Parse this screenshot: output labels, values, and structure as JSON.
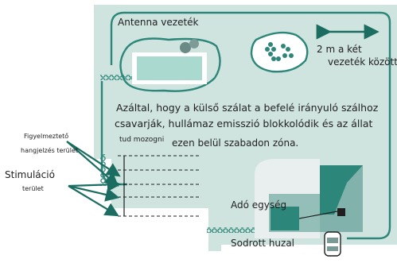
{
  "labels": {
    "antenna": "Antenna vezeték",
    "distance_line1": "2 m a két",
    "distance_line2": "vezeték között",
    "note_line1": "Azáltal, hogy a külső szálat a befelé irányuló szálhoz",
    "note_line2": "csavarják, hullámaz emisszió blokkolódik és az állat",
    "note_line3_left": "tud mozogni",
    "note_line3_right": "ezen belül szabadon zóna.",
    "warning_line1": "Figyelmeztető",
    "warning_line2": "hangjelzés terület",
    "stim_line1": "Stimuláció",
    "stim_line2": "terület",
    "transmitter": "Adó egység",
    "twisted_wire": "Sodrott huzal"
  },
  "colors": {
    "yard": "#cfe3df",
    "wire": "#2c8679",
    "pool": "#a9d9cf",
    "pool_rim": "#ffffff",
    "house_dark": "#2c8679",
    "house_mid": "#8bb8b1",
    "house_light": "#e9efee",
    "text": "#1f1f1f",
    "arrow": "#1a6d60"
  }
}
